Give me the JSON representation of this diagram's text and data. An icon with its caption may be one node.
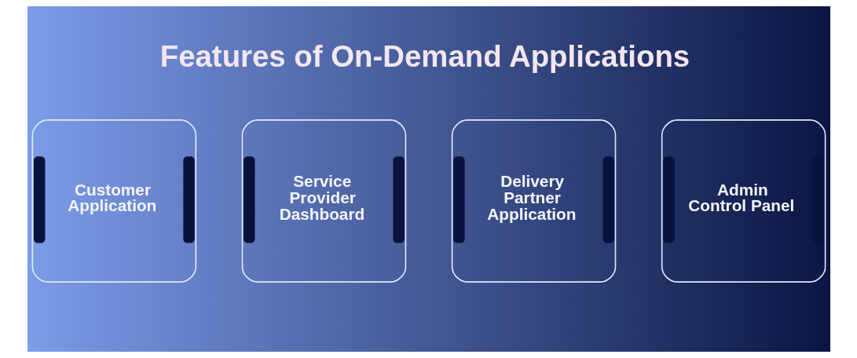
{
  "diagram": {
    "title": "Features of On-Demand Applications",
    "nodes": [
      {
        "text": [
          "Customer Application"
        ]
      },
      {
        "text": [
          "Service Provider Dashboard"
        ]
      },
      {
        "text": [
          "Delivery Partner Application"
        ]
      },
      {
        "text": [
          "Admin Control Panel"
        ]
      }
    ]
  }
}
